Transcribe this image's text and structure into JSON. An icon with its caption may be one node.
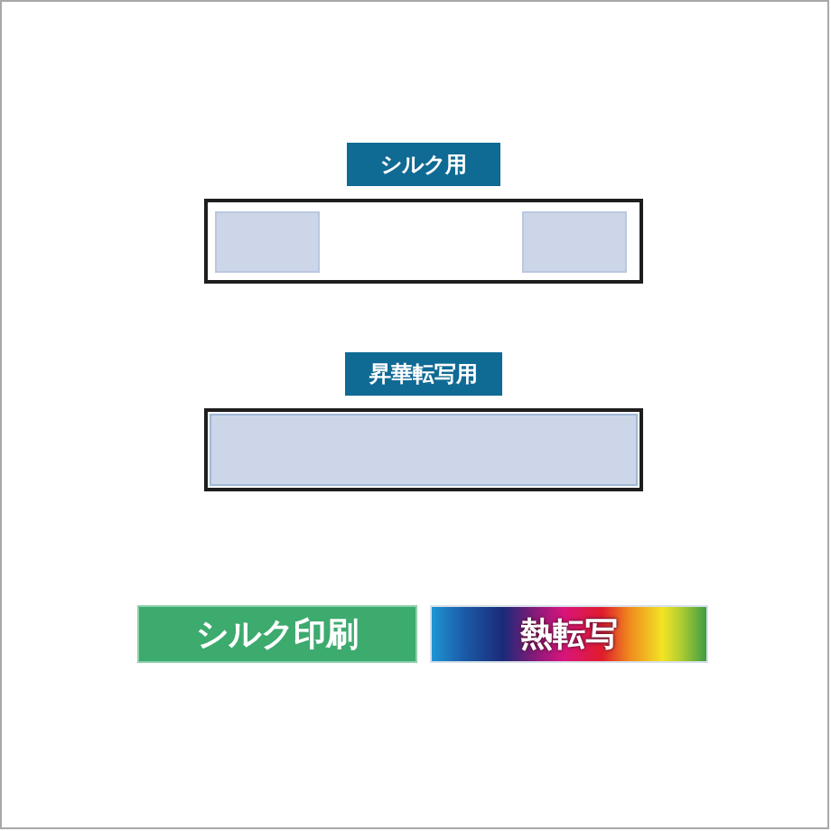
{
  "diagram": {
    "nodes": [
      {
        "text": [
          "シルク用"
        ]
      },
      {
        "text": [
          "昇華転写用"
        ]
      },
      {
        "text": [
          "シルク印刷"
        ]
      },
      {
        "text": [
          "熱転写"
        ]
      }
    ]
  }
}
